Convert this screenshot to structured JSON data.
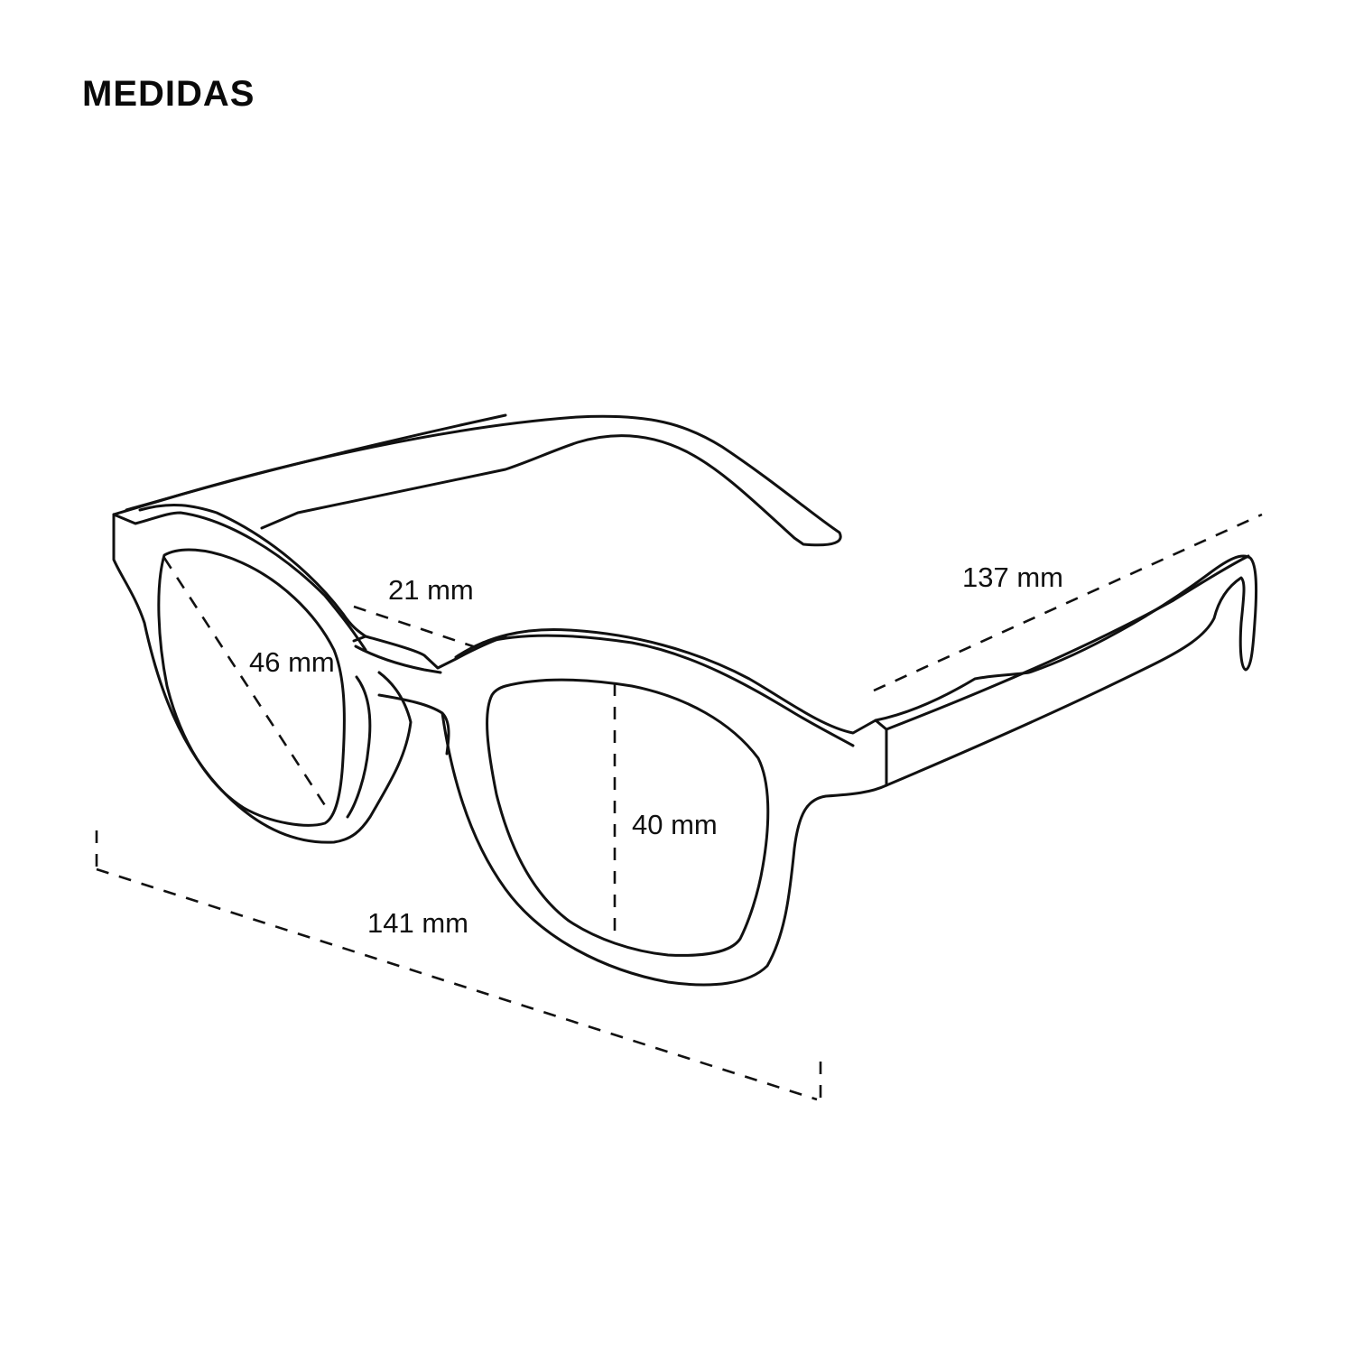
{
  "title": "MEDIDAS",
  "diagram": {
    "subject": "eyeglasses-frame",
    "line_color": "#111111",
    "background": "#ffffff",
    "measurements": [
      {
        "id": "bridge",
        "label": "21 mm",
        "value": 21,
        "unit": "mm"
      },
      {
        "id": "lens-width",
        "label": "46 mm",
        "value": 46,
        "unit": "mm"
      },
      {
        "id": "lens-height",
        "label": "40 mm",
        "value": 40,
        "unit": "mm"
      },
      {
        "id": "temple-length",
        "label": "137 mm",
        "value": 137,
        "unit": "mm"
      },
      {
        "id": "total-width",
        "label": "141 mm",
        "value": 141,
        "unit": "mm"
      }
    ]
  }
}
